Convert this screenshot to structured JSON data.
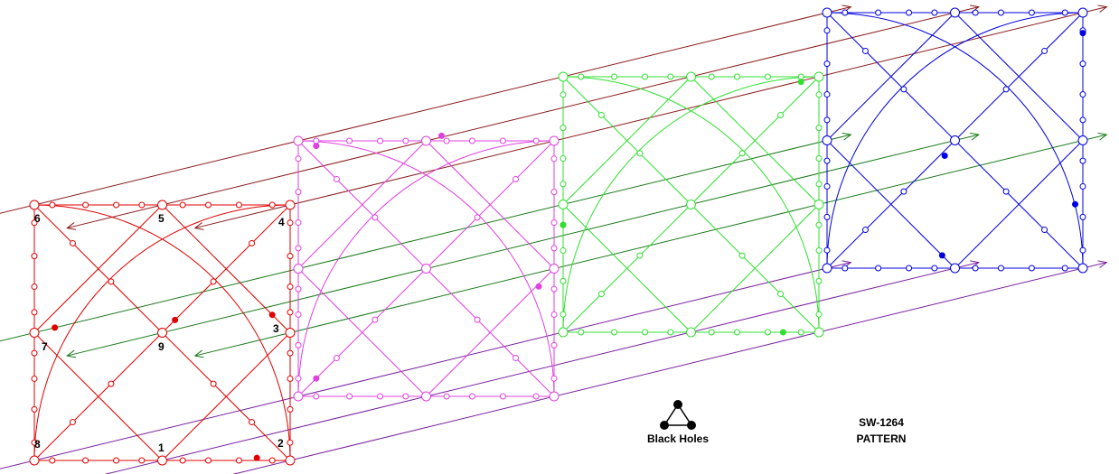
{
  "panels": [
    {
      "name": "red",
      "color": "#e00000"
    },
    {
      "name": "magenta",
      "color": "#e040e0"
    },
    {
      "name": "green",
      "color": "#30e030"
    },
    {
      "name": "blue",
      "color": "#0000e0"
    }
  ],
  "colors": {
    "connector_top": "#8b1a1a",
    "connector_mid": "#1a7a1a",
    "connector_bottom": "#7a20a0",
    "legend": "#000000"
  },
  "node_labels": [
    "1",
    "2",
    "3",
    "4",
    "5",
    "6",
    "7",
    "8",
    "9"
  ],
  "legend": {
    "caption": "Black Holes"
  },
  "title": {
    "line1": "SW-1264",
    "line2": "PATTERN"
  }
}
